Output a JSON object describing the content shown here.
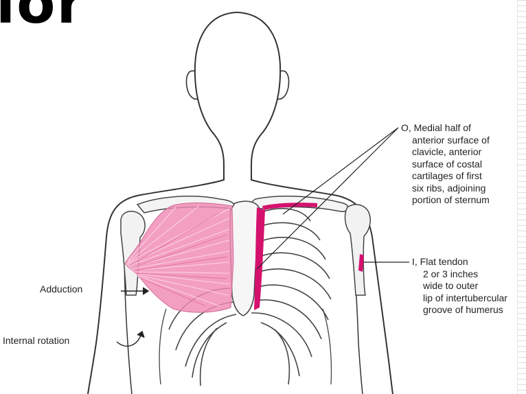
{
  "title_fragment": "lor",
  "labels": {
    "origin": [
      "O, Medial half of",
      "anterior surface of",
      "clavicle, anterior",
      "surface of costal",
      "cartilages of first",
      "six ribs, adjoining",
      "portion of sternum"
    ],
    "insertion": [
      "I, Flat tendon",
      "2 or 3 inches",
      "wide to outer",
      "lip of intertubercular",
      "groove of humerus"
    ],
    "adduction": "Adduction",
    "internal_rotation": "Internal rotation"
  },
  "colors": {
    "muscle": "#f08ab4",
    "attachment": "#d4126e",
    "outline": "#333333"
  }
}
